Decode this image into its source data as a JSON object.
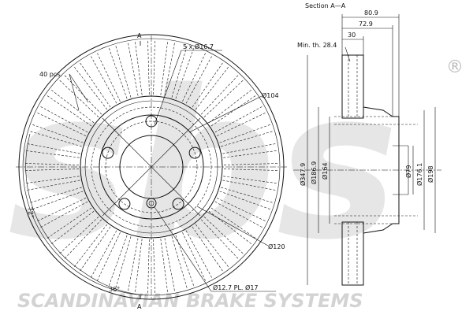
{
  "watermark": {
    "brand_text": "sbs",
    "registered_mark": "®",
    "company_name": "SCANDINAVIAN BRAKE SYSTEMS"
  },
  "front_view": {
    "section_marker_top": "A",
    "section_marker_bottom": "A",
    "vanes_label": "40 pcs.",
    "holes_label": "5 x Ø16.7",
    "dia_104": "Ø104",
    "dia_120": "Ø120",
    "pin_label": "Ø12.7 PL. Ø17",
    "angle_72": "72°",
    "angle_36": "36°"
  },
  "section_view": {
    "title": "Section A—A",
    "min_thickness_label": "Min. th. 28.4",
    "dim_80_9": "80.9",
    "dim_72_9": "72.9",
    "dim_30": "30",
    "dia_347_9": "Ø347.9",
    "dia_186_9": "Ø186.9",
    "dia_164": "Ø164",
    "dia_79": "Ø79",
    "dia_176_1": "Ø176.1",
    "dia_198": "Ø198"
  }
}
